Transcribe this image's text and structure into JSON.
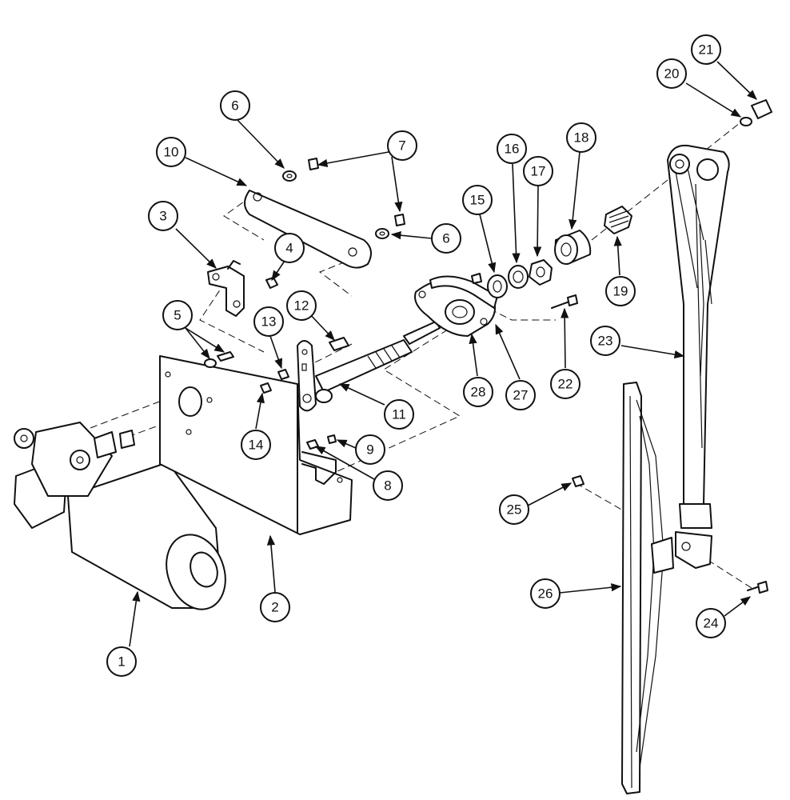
{
  "callouts": [
    {
      "id": "1",
      "label": "1"
    },
    {
      "id": "2",
      "label": "2"
    },
    {
      "id": "3",
      "label": "3"
    },
    {
      "id": "4",
      "label": "4"
    },
    {
      "id": "5",
      "label": "5"
    },
    {
      "id": "6a",
      "label": "6"
    },
    {
      "id": "6b",
      "label": "6"
    },
    {
      "id": "7",
      "label": "7"
    },
    {
      "id": "8",
      "label": "8"
    },
    {
      "id": "9",
      "label": "9"
    },
    {
      "id": "10",
      "label": "10"
    },
    {
      "id": "11",
      "label": "11"
    },
    {
      "id": "12",
      "label": "12"
    },
    {
      "id": "13",
      "label": "13"
    },
    {
      "id": "14",
      "label": "14"
    },
    {
      "id": "15",
      "label": "15"
    },
    {
      "id": "16",
      "label": "16"
    },
    {
      "id": "17",
      "label": "17"
    },
    {
      "id": "18",
      "label": "18"
    },
    {
      "id": "19",
      "label": "19"
    },
    {
      "id": "20",
      "label": "20"
    },
    {
      "id": "21",
      "label": "21"
    },
    {
      "id": "22",
      "label": "22"
    },
    {
      "id": "23",
      "label": "23"
    },
    {
      "id": "24",
      "label": "24"
    },
    {
      "id": "25",
      "label": "25"
    },
    {
      "id": "26",
      "label": "26"
    },
    {
      "id": "27",
      "label": "27"
    },
    {
      "id": "28",
      "label": "28"
    }
  ]
}
